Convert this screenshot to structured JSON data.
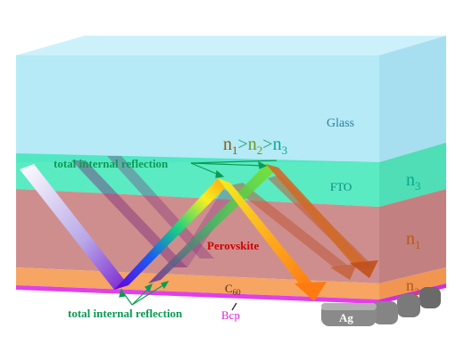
{
  "labels": {
    "glass": "Glass",
    "fto": "FTO",
    "perovskite": "Perovskite",
    "c60_main": "C",
    "c60_sub": "60",
    "bcp": "Bcp",
    "ag": "Ag",
    "tir_top": "total internal reflection",
    "tir_bottom": "total internal reflection",
    "n1": "n",
    "n1_sub": "1",
    "n2": "n",
    "n2_sub": "2",
    "n3": "n",
    "n3_sub": "3",
    "rel_n1": "n",
    "rel_n1_sub": "1",
    "rel_gt1": ">",
    "rel_n2": "n",
    "rel_n2_sub": "2",
    "rel_gt2": ">",
    "rel_n3": "n",
    "rel_n3_sub": "3"
  },
  "colors": {
    "glass": "#a8e6f5",
    "fto": "#3de8b8",
    "perovskite": "#c77a7a",
    "c60": "#f6a05a",
    "bcp": "#e040e8",
    "ag": "#8a8a8a",
    "tir_text": "#0d9a55",
    "perovskite_text": "#d10000",
    "bcp_text": "#e020e0",
    "n1_text": "#b55a18",
    "n3_text": "#0aa890",
    "rel_text": "#8a5a10",
    "glass_text": "#2f7fa0",
    "fto_text": "#0e8a80"
  }
}
